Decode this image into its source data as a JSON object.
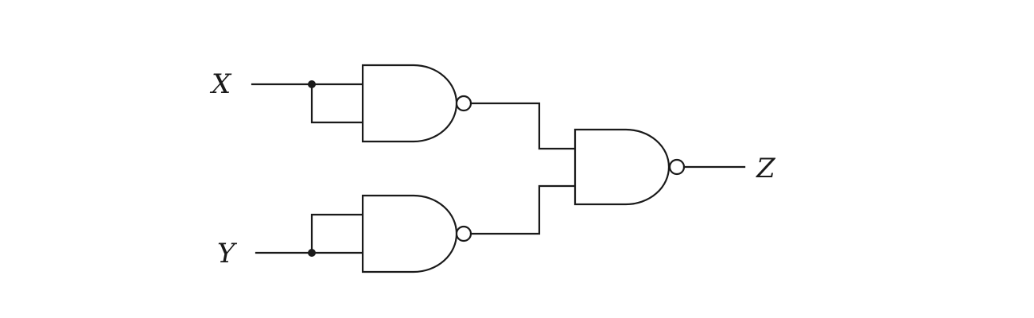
{
  "diagram": {
    "type": "logic-circuit",
    "labels": {
      "input_x": "X",
      "input_y": "Y",
      "output_z": "Z"
    },
    "gates": [
      {
        "id": "nand-1",
        "kind": "NAND",
        "inputs": [
          "X",
          "X"
        ]
      },
      {
        "id": "nand-2",
        "kind": "NAND",
        "inputs": [
          "Y",
          "Y"
        ]
      },
      {
        "id": "nand-3",
        "kind": "NAND",
        "inputs": [
          "nand-1",
          "nand-2"
        ],
        "output": "Z"
      }
    ],
    "colors": {
      "line": "#1a1a1a",
      "background": "#ffffff"
    }
  }
}
